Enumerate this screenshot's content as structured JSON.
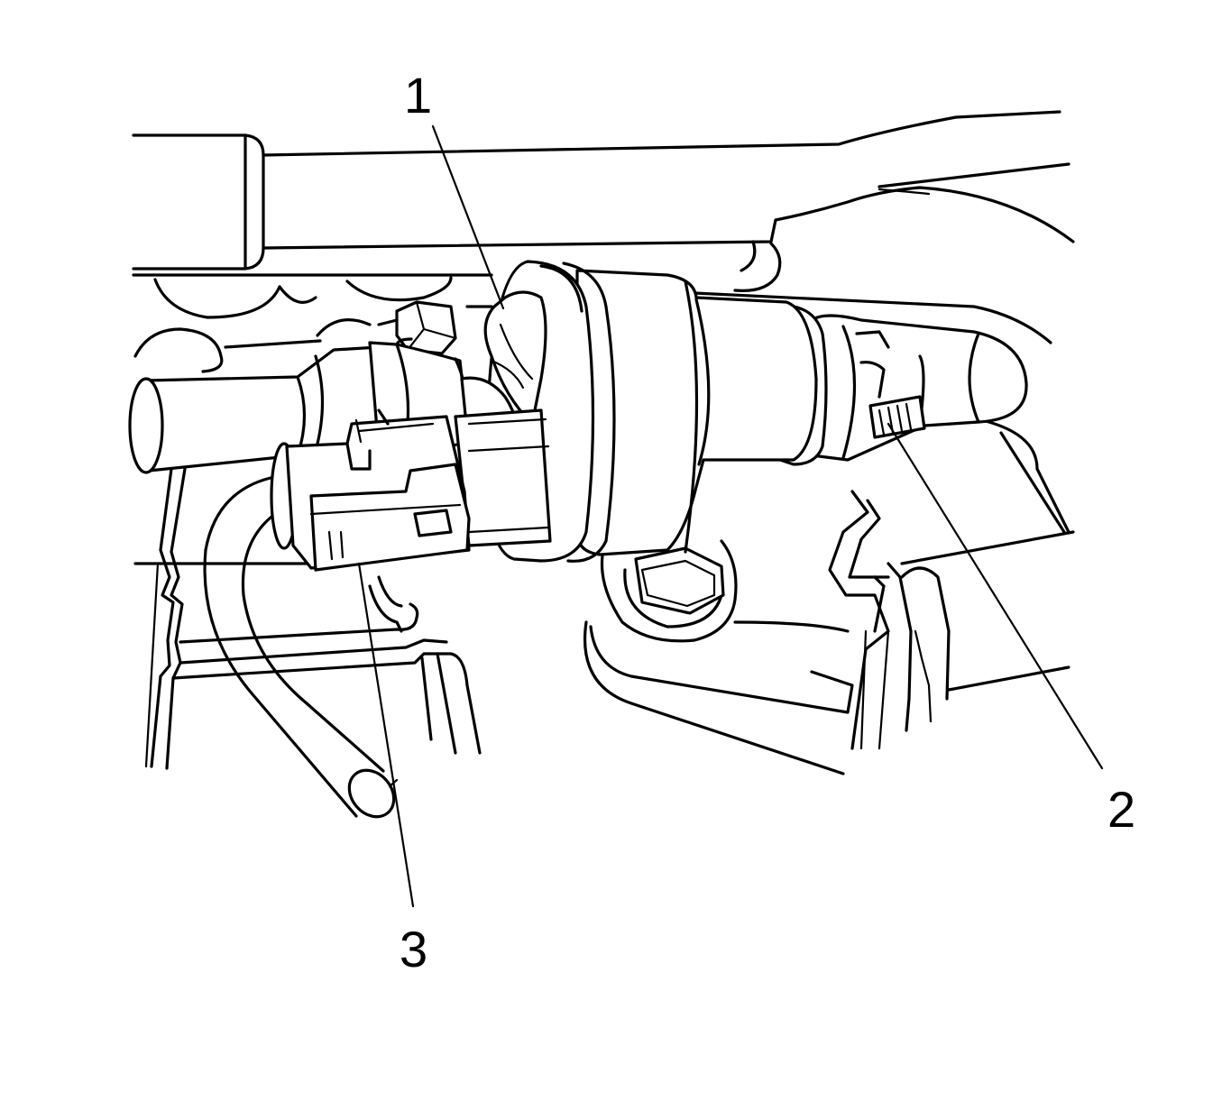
{
  "figure": {
    "subject": "purge-valve-installation-illustration",
    "callouts": [
      {
        "id": "1",
        "label": "1"
      },
      {
        "id": "2",
        "label": "2"
      },
      {
        "id": "3",
        "label": "3"
      }
    ]
  }
}
